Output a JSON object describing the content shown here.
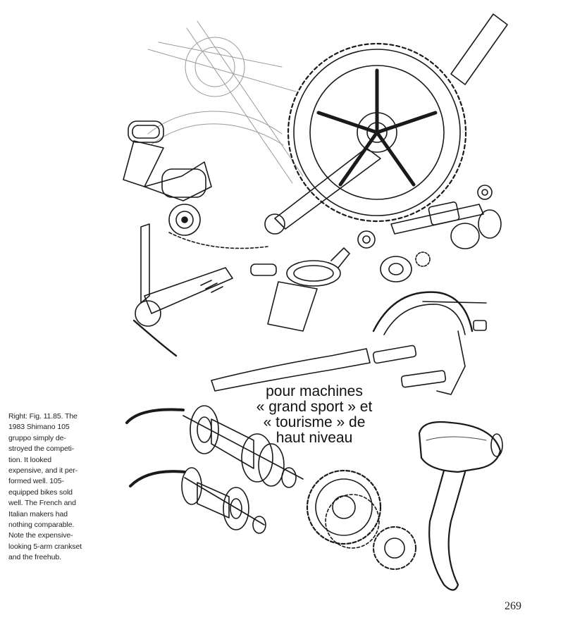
{
  "caption": {
    "lines": [
      "Right: Fig. 11.85. The",
      "1983 Shimano 105",
      "gruppo simply de-",
      "stroyed the competi-",
      "tion. It looked",
      "expensive, and it per-",
      "formed well. 105-",
      "equipped bikes sold",
      "well. The French and",
      "Italian makers had",
      "nothing comparable.",
      "Note the expensive-",
      "looking 5-arm crankset",
      "and the freehub."
    ]
  },
  "advert": {
    "lines": [
      "pour machines",
      "« grand sport » et",
      "« tourisme » de",
      "haut niveau"
    ]
  },
  "page_number": "269",
  "icons": [
    "rear-derailleur-icon",
    "chainring-crankset-icon",
    "bottom-bracket-icon",
    "shift-lever-icon",
    "front-derailleur-icon",
    "caliper-brake-icon",
    "rear-hub-icon",
    "front-hub-icon",
    "freewheel-cassette-icon",
    "brake-lever-icon"
  ]
}
